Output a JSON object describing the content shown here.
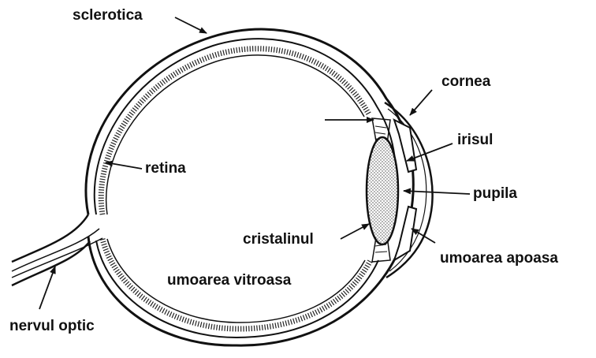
{
  "labels": {
    "sclerotica": "sclerotica",
    "retina": "retina",
    "cornea": "cornea",
    "irisul": "irisul",
    "pupila": "pupila",
    "cristalinul": "cristalinul",
    "umoarea_apoasa": "umoarea apoasa",
    "umoarea_vitroasa": "umoarea vitroasa",
    "nervul_optic": "nervul optic"
  },
  "colors": {
    "ink": "#111111",
    "background": "#ffffff"
  }
}
